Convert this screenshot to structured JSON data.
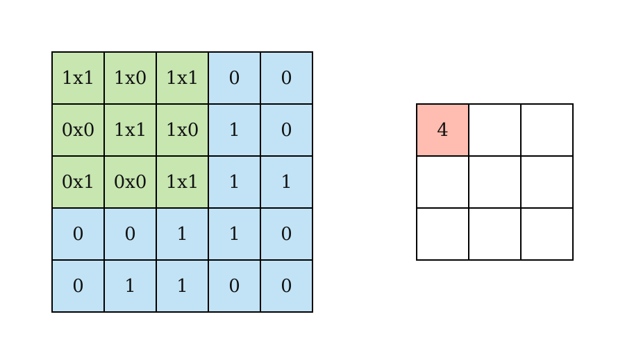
{
  "colors": {
    "input_cell": "#c2e3f5",
    "kernel_cell": "#c7e6b0",
    "output_highlight": "#ffbcb0",
    "output_cell": "#ffffff"
  },
  "input": {
    "rows": [
      [
        "1x1",
        "1x0",
        "1x1",
        "0",
        "0"
      ],
      [
        "0x0",
        "1x1",
        "1x0",
        "1",
        "0"
      ],
      [
        "0x1",
        "0x0",
        "1x1",
        "1",
        "1"
      ],
      [
        "0",
        "0",
        "1",
        "1",
        "0"
      ],
      [
        "0",
        "1",
        "1",
        "0",
        "0"
      ]
    ],
    "kernel_region": {
      "rows": [
        0,
        1,
        2
      ],
      "cols": [
        0,
        1,
        2
      ]
    }
  },
  "output": {
    "rows": [
      [
        "4",
        "",
        ""
      ],
      [
        "",
        "",
        ""
      ],
      [
        "",
        "",
        ""
      ]
    ],
    "highlight": {
      "row": 0,
      "col": 0
    }
  }
}
